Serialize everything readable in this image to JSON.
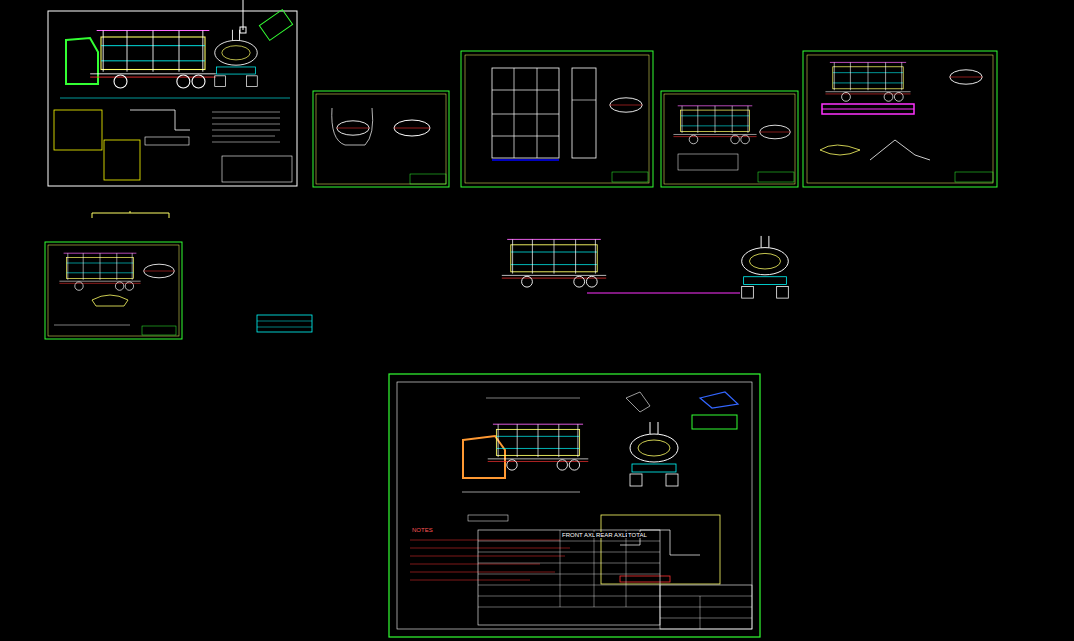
{
  "diagram": {
    "labels": [
      "NOTES",
      "FRONT AXLE",
      "REAR AXLE",
      "TOTAL"
    ]
  }
}
